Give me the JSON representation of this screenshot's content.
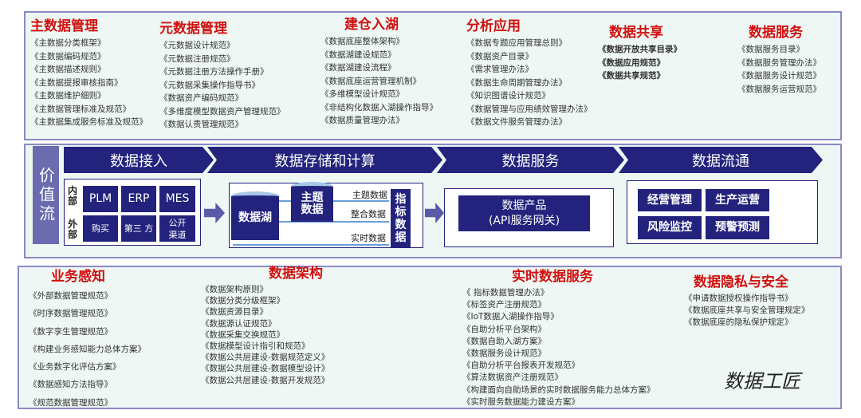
{
  "top": [
    {
      "title": "主数据管理",
      "items": [
        "《主数据分类框架》",
        "《主数据编码规范》",
        "《主数据描述规则》",
        "《主数据提报审核指南》",
        "《主数据维护细则》",
        "《主数据管理标准及规范》",
        "《主数据集成服务标准及规范》"
      ]
    },
    {
      "title": "元数据管理",
      "items": [
        "《元数据设计规范》",
        "《元数据注册规范》",
        "《元数据注册方法操作手册》",
        "《元数据采集操作指导书》",
        "《数据资产编码规范》",
        "《多维度模型数据资产管理规范》",
        "《数据认责管理规范》"
      ]
    },
    {
      "title": "建仓入湖",
      "items": [
        "《数据底座整体架构》",
        "《数据湖建设规范》",
        "《数据湖建设流程》",
        "《数据底座运营管理机制》",
        "《多维模型设计规范》",
        "《非结构化数据入湖操作指导》",
        "《数据质量管理办法》"
      ]
    },
    {
      "title": "分析应用",
      "items": [
        "《数据专题应用管理总则》",
        "《数据资产目录》",
        "《需求管理办法》",
        "《数据生命周期管理办法》",
        "《知识图谱设计规范》",
        "《数据管理与应用绩效管理办法》",
        "《数据文件服务管理办法》"
      ]
    },
    {
      "title": "数据共享",
      "items": [
        "《数据开放共享目录》",
        "《数据应用规范》",
        "《数据共享规范》"
      ]
    },
    {
      "title": "数据服务",
      "items": [
        "《数据服务目录》",
        "《数据服务管理办法》",
        "《数据服务设计规范》",
        "《数据服务运营规范》"
      ]
    }
  ],
  "middle": {
    "value_stream": "价值流",
    "stages": [
      "数据接入",
      "数据存储和计算",
      "数据服务",
      "数据流通"
    ],
    "access": {
      "internal": "内部",
      "external": "外部",
      "cells": [
        "PLM",
        "ERP",
        "MES",
        "购买",
        "第三 方",
        "公开渠道"
      ]
    },
    "storage": {
      "lake": "数据湖",
      "topic": "主题数据",
      "indicator": "指标数据",
      "flows": [
        "主题数据",
        "整合数据",
        "实时数据"
      ]
    },
    "service": {
      "product": "数据产品",
      "gateway": "(API服务网关)"
    },
    "circulation": [
      "经营管理",
      "生产运营",
      "风险监控",
      "预警预测"
    ]
  },
  "bottom": [
    {
      "title": "业务感知",
      "items": [
        "《外部数据管理规范》",
        "《时序数据管理规范》",
        "《数字孪生管理规范》",
        "《构建业务感知能力总体方案》",
        "《业务数字化评估方案》",
        "《数据感知方法指导》",
        "《规范数据管理规范》"
      ]
    },
    {
      "title": "数据架构",
      "items": [
        "《数据架构原则》",
        "《数据分类分级框架》",
        "《数据资源目录》",
        "《数据源认证规范》",
        "《数据采集交换规范》",
        "《数据模型设计指引和规范》",
        "《数据公共层建设-数据规范定义》",
        "《数据公共层建设-数据模型设计》",
        "《数据公共层建设-数据开发规范》"
      ]
    },
    {
      "title": "实时数据服务",
      "items": [
        "《 指标数据管理办法》",
        "《标签资产注册规范》",
        "《IoT数据入湖操作指导》",
        "《自助分析平台架构》",
        "《数据自助入湖方案》",
        "《数据服务设计规范》",
        "《自助分析平台报表开发规范》",
        "《算法数据资产注册规范》",
        "《构建面向自助场景的实时数据服务能力总体方案》",
        "《实时服务数据能力建设方案》"
      ]
    },
    {
      "title": "数据隐私与安全",
      "items": [
        "《申请数据授权操作指导书》",
        "《数据底座共享与安全管理规定》",
        "《数据底座的隐私保护规定》"
      ]
    }
  ],
  "signature": "数据工匠"
}
